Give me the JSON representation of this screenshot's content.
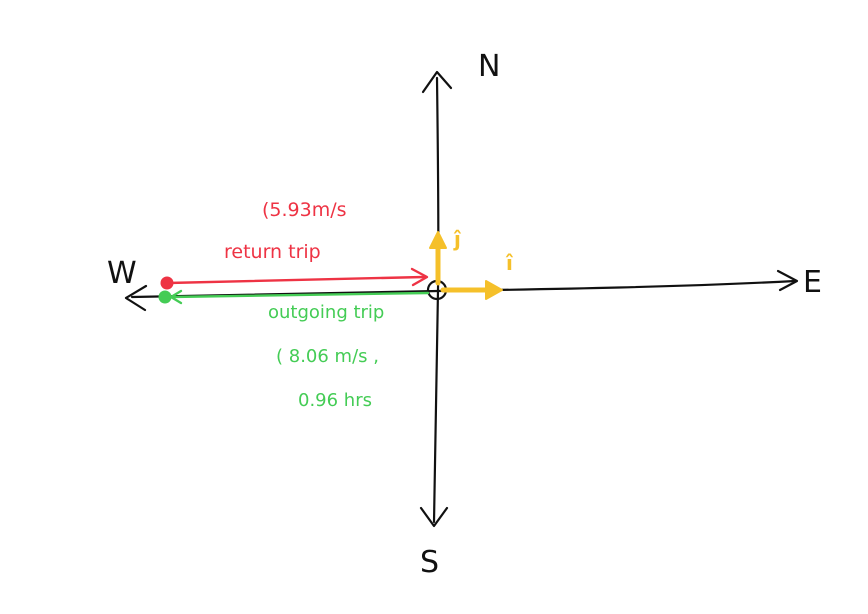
{
  "compass": {
    "north": "N",
    "south": "S",
    "east": "E",
    "west": "W"
  },
  "unit_vectors": {
    "i_hat": "î",
    "j_hat": "ĵ"
  },
  "return_trip": {
    "speed": "(5.93m/s",
    "label": "return trip"
  },
  "outgoing_trip": {
    "label": "outgoing trip",
    "speed": "( 8.06 m/s ,",
    "time": "0.96 hrs"
  },
  "colors": {
    "axes": "#111111",
    "return": "#ee3344",
    "outgoing": "#44cc55",
    "unit_vector": "#f5c02a"
  }
}
